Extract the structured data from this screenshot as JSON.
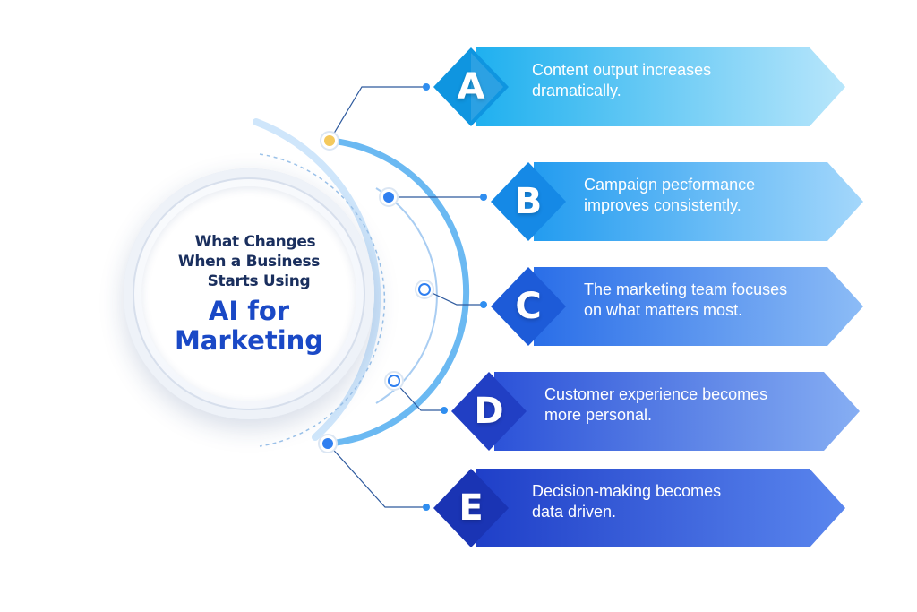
{
  "hub": {
    "line1": "What Changes",
    "line2": "When a Business",
    "line3": "Starts Using",
    "big1": "AI for",
    "big2": "Marketing"
  },
  "items": [
    {
      "letter": "A",
      "line1": "Content output increases",
      "line2": "dramatically.",
      "colors": [
        "#1fb0ef",
        "#b8e6fb"
      ]
    },
    {
      "letter": "B",
      "line1": "Campaign pecformance",
      "line2": "improves consistently.",
      "colors": [
        "#239cf0",
        "#a4d7fb"
      ]
    },
    {
      "letter": "C",
      "line1": "The marketing team focuses",
      "line2": "on what matters most.",
      "colors": [
        "#2a6ee8",
        "#8cbcf6"
      ]
    },
    {
      "letter": "D",
      "line1": "Customer experience becomes",
      "line2": "more personal.",
      "colors": [
        "#2c52d8",
        "#86aef3"
      ]
    },
    {
      "letter": "E",
      "line1": "Decision-making becomes",
      "line2": "data driven.",
      "colors": [
        "#1f3fc8",
        "#5a86ee"
      ]
    }
  ],
  "colors": {
    "accent": "#1a49c6",
    "ring": "#4aa8ec",
    "dot": "#2f8ef0",
    "highlight_dot": "#f4c95d"
  }
}
